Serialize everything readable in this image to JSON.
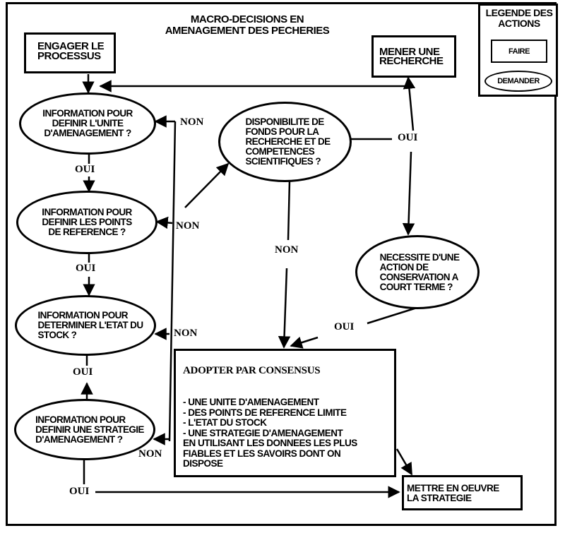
{
  "title": {
    "line1": "MACRO-DECISIONS EN",
    "line2": "AMENAGEMENT DES PECHERIES"
  },
  "legend": {
    "title_line1": "LEGENDE DES",
    "title_line2": "ACTIONS",
    "do_label": "FAIRE",
    "ask_label": "DEMANDER"
  },
  "nodes": {
    "start": {
      "line1": "ENGAGER LE",
      "line2": "PROCESSUS"
    },
    "research": {
      "line1": "MENER UNE",
      "line2": "RECHERCHE"
    },
    "q_unit": {
      "line1": "INFORMATION POUR",
      "line2": "DEFINIR L'UNITE",
      "line3": "D'AMENAGEMENT ?"
    },
    "q_refpoints": {
      "line1": "INFORMATION POUR",
      "line2": "DEFINIR LES POINTS",
      "line3": "DE REFERENCE ?"
    },
    "q_stock": {
      "line1": "INFORMATION POUR",
      "line2": "DETERMINER L'ETAT DU",
      "line3": "STOCK ?"
    },
    "q_strategy": {
      "line1": "INFORMATION POUR",
      "line2": "DEFINIR UNE STRATEGIE",
      "line3": "D'AMENAGEMENT ?"
    },
    "q_funds": {
      "line1": "DISPONIBILITE DE",
      "line2": "FONDS POUR LA",
      "line3": "RECHERCHE ET DE",
      "line4": "COMPETENCES",
      "line5": "SCIENTIFIQUES ?"
    },
    "q_conservation": {
      "line1": "NECESSITE D'UNE",
      "line2": "ACTION DE",
      "line3": "CONSERVATION A",
      "line4": "COURT TERME ?"
    },
    "consensus": {
      "heading": "ADOPTER PAR CONSENSUS",
      "items": [
        "- UNE UNITE D'AMENAGEMENT",
        "- DES POINTS DE REFERENCE LIMITE",
        "- L'ETAT DU STOCK",
        "- UNE STRATEGIE D'AMENAGEMENT"
      ],
      "footer_line1": "EN UTILISANT LES DONNEES LES PLUS",
      "footer_line2": "FIABLES ET LES SAVOIRS DONT ON",
      "footer_line3": "DISPOSE"
    },
    "implement": {
      "line1": "METTRE EN OEUVRE",
      "line2": "LA STRATEGIE"
    }
  },
  "edge_labels": {
    "yes": "OUI",
    "no": "NON"
  },
  "colors": {
    "ink": "#000000",
    "paper": "#ffffff"
  }
}
